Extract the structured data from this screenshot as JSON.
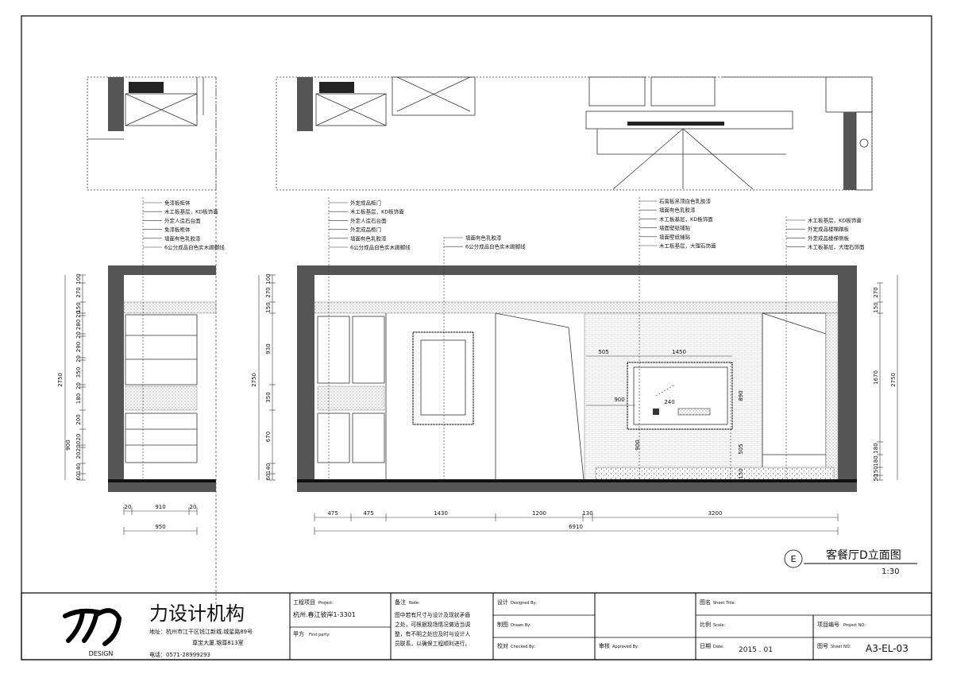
{
  "drawing": {
    "title": "客餐厅D立面图",
    "scale": "1:30",
    "marker": "E"
  },
  "left_elevation": {
    "notes": [
      "免漆板柜体",
      "木工板基层，KD板饰面",
      "外定人造石台面",
      "免漆板柜体",
      "墙面有色乳胶漆",
      "6公分成品白色实木踢脚线"
    ],
    "dims_horizontal_top": [
      "20",
      "910",
      "20"
    ],
    "dims_horizontal_total": "950",
    "dims_vertical_left_total_top": "2750",
    "dims_vertical_left_total_bottom": "900",
    "dims_vertical": [
      "100",
      "270",
      "150",
      "20",
      "280",
      "20",
      "290",
      "20",
      "350",
      "20",
      "180",
      "200",
      "20",
      "200",
      "20",
      "140",
      "60"
    ]
  },
  "main_elevation": {
    "notes_a": [
      "外定成品柜门",
      "木工板基层，KD板饰面",
      "外定人造石台面",
      "外定成品柜门",
      "墙面有色乳胶漆",
      "6公分成品白色实木踢脚线"
    ],
    "notes_b": [
      "墙面有色乳胶漆",
      "6公分成品白色实木踢脚线"
    ],
    "notes_c": [
      "石膏板吊顶白色乳胶漆",
      "墙面有色乳胶漆",
      "木工板基层，KD板饰面",
      "墙面壁纸铺贴",
      "墙面壁纸铺贴",
      "木工板基层，大理石饰面"
    ],
    "notes_d": [
      "木工板基层，KD板饰面",
      "外定成品楼梯踏板",
      "外定成品楼梯侧板",
      "木工板基层，大理石饰面"
    ],
    "dims_bottom": [
      "475",
      "475",
      "1430",
      "1200",
      "130",
      "3200"
    ],
    "dims_total": "6910",
    "dims_left": [
      "100",
      "270",
      "150",
      "930",
      "350",
      "670",
      "140",
      "60"
    ],
    "dims_left_total": "2750",
    "dims_right": [
      "270",
      "150",
      "1670",
      "180",
      "180",
      "150",
      "50"
    ],
    "dims_right_total": "2750",
    "tv_dims": [
      "505",
      "1450",
      "890",
      "900",
      "240",
      "900",
      "505",
      "150"
    ]
  },
  "title_block": {
    "company": "力设计机构",
    "logo_text": "DESIGN",
    "address_line1": "地址：杭州市江干区钱江新城.城星路89号",
    "address_line2": "尊宝大厦.银尊813室",
    "phone": "电话：0571-28999293",
    "project_label": "工程项目",
    "project_label_en": "Project:",
    "project_value": "杭州.春江彼岸1-3301",
    "party_label": "甲方",
    "party_label_en": "First party:",
    "note_label": "备注",
    "note_label_en": "Note:",
    "note_text": [
      "图中若有尺寸与设计及现状矛盾",
      "之处，可根据现场情况做适当调",
      "整，有不明之处应及时与设计人",
      "员联系，以确保工程顺利进行。"
    ],
    "designed_label": "设计",
    "designed_en": "Designed By:",
    "drawn_label": "制图",
    "drawn_en": "Drawn By:",
    "checked_label": "校对",
    "checked_en": "Checked By:",
    "approved_label": "审核",
    "approved_en": "Approved By:",
    "sheet_title_label": "图名",
    "sheet_title_en": "Sheet Title:",
    "scale_label": "比例",
    "scale_en": "Scale:",
    "project_no_label": "项目编号",
    "project_no_en": "Project NO:",
    "date_label": "日期",
    "date_en": "Date:",
    "date_value": "2015 . 01",
    "sheet_no_label": "图号",
    "sheet_no_en": "Sheet NO:",
    "sheet_no_value": "A3-EL-03"
  }
}
